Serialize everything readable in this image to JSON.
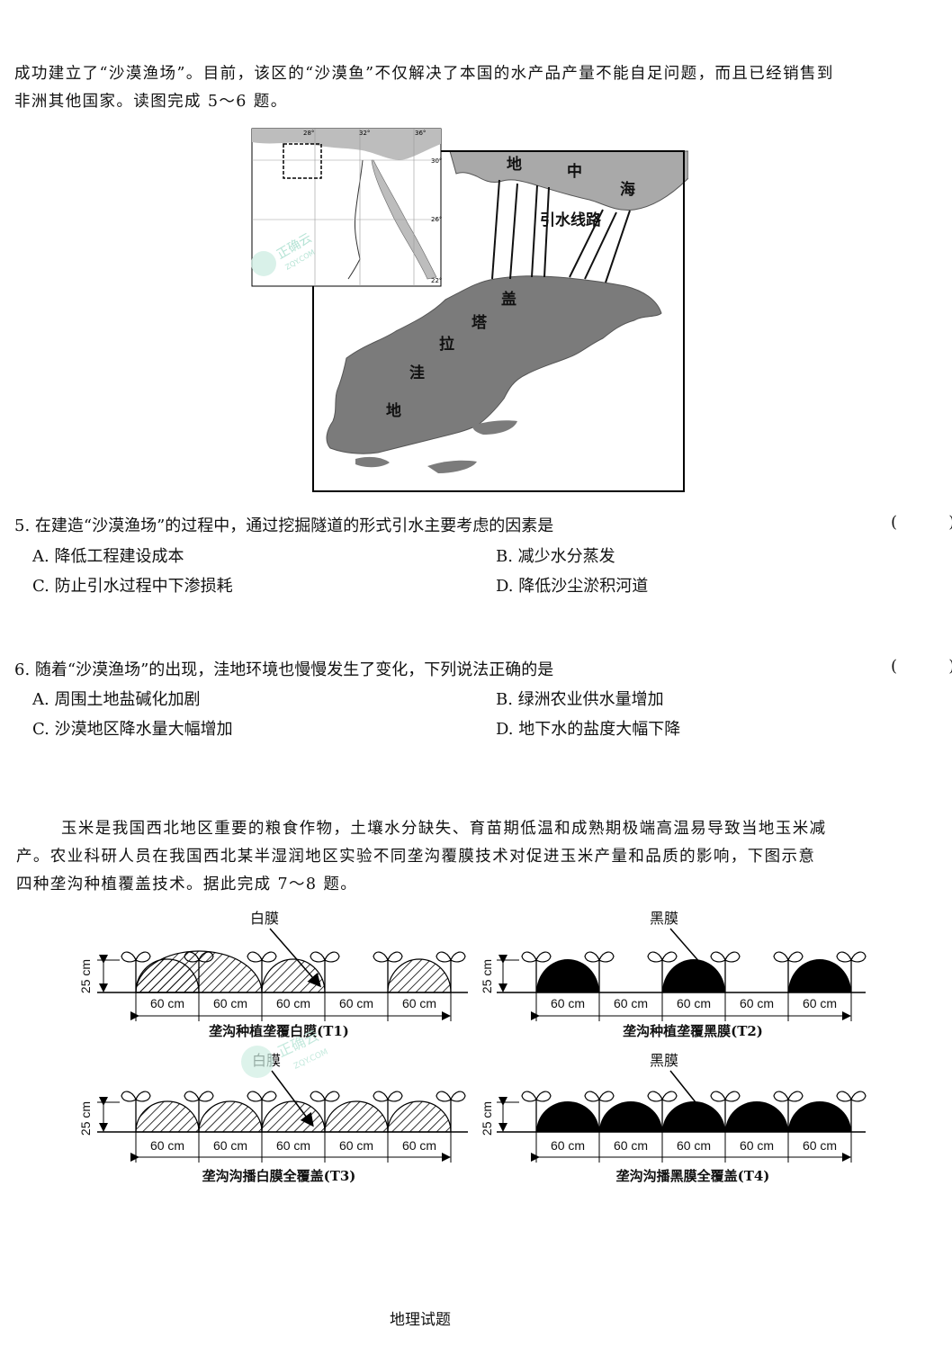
{
  "intro": {
    "line1": "成功建立了“沙漠渔场”。目前，该区的“沙漠鱼”不仅解决了本国的水产品产量不能自足问题，而且已经销售到",
    "line2": "非洲其他国家。读图完成 5～6 题。"
  },
  "map": {
    "inset_lon_labels": [
      "28°",
      "32°",
      "36°"
    ],
    "inset_lat_labels": [
      "30°",
      "26°",
      "22°"
    ],
    "sea_label": [
      "地",
      "中",
      "海"
    ],
    "route_label": "引水线路",
    "depression_label": [
      "盖",
      "塔",
      "拉",
      "洼",
      "地"
    ],
    "watermark": "正确云",
    "watermark_url": "ZQY.COM"
  },
  "q5": {
    "stem": "5. 在建造“沙漠渔场”的过程中，通过挖掘隧道的形式引水主要考虑的因素是",
    "paren": "(   )",
    "options": [
      "A. 降低工程建设成本",
      "B. 减少水分蒸发",
      "C. 防止引水过程中下渗损耗",
      "D. 降低沙尘淤积河道"
    ]
  },
  "q6": {
    "stem": "6. 随着“沙漠渔场”的出现，洼地环境也慢慢发生了变化，下列说法正确的是",
    "paren": "(   )",
    "options": [
      "A. 周围土地盐碱化加剧",
      "B. 绿洲农业供水量增加",
      "C. 沙漠地区降水量大幅增加",
      "D. 地下水的盐度大幅下降"
    ]
  },
  "intro2": {
    "line1": "玉米是我国西北地区重要的粮食作物，土壤水分缺失、育苗期低温和成熟期极端高温易导致当地玉米减",
    "line2": "产。农业科研人员在我国西北某半湿润地区实验不同垄沟覆膜技术对促进玉米产量和品质的影响，下图示意",
    "line3": "四种垄沟种植覆盖技术。据此完成 7～8 题。"
  },
  "diagrams": {
    "height_label": "25 cm",
    "width_label": "60 cm",
    "t1": {
      "film": "白膜",
      "caption": "垄沟种植垄覆白膜(T1)"
    },
    "t2": {
      "film": "黑膜",
      "caption": "垄沟种植垄覆黑膜(T2)"
    },
    "t3": {
      "film": "白膜",
      "caption": "垄沟沟播白膜全覆盖(T3)"
    },
    "t4": {
      "film": "黑膜",
      "caption": "垄沟沟播黑膜全覆盖(T4)"
    }
  },
  "footer": "地理试题"
}
